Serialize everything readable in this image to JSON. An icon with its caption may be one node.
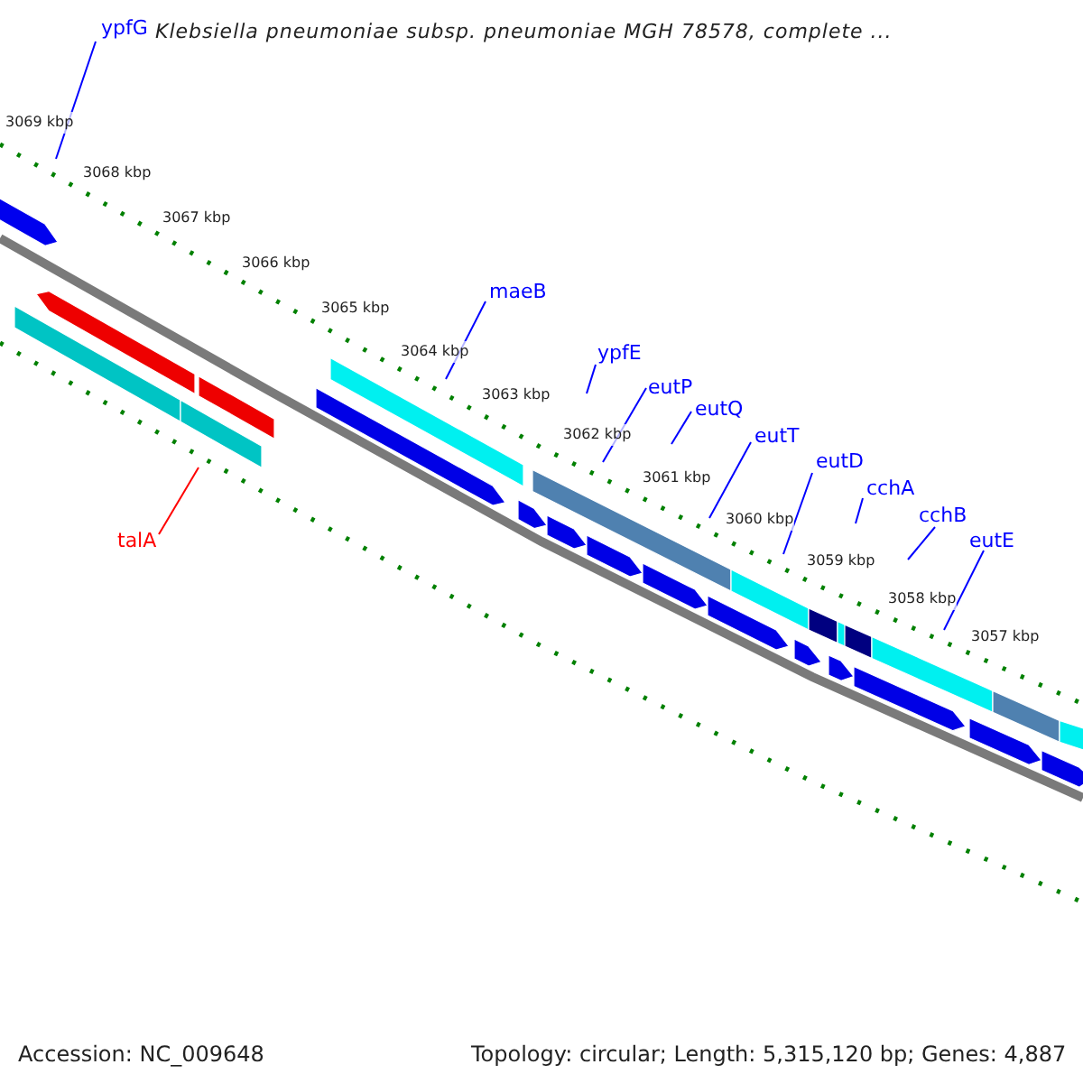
{
  "diagram": {
    "title": "Klebsiella pneumoniae subsp. pneumoniae MGH 78578, complete ...",
    "nodes": [
      {
        "text": [
          "ypfG"
        ]
      },
      {
        "text": [
          "maeB"
        ]
      },
      {
        "text": [
          "ypfE"
        ]
      },
      {
        "text": [
          "eutP"
        ]
      },
      {
        "text": [
          "eutQ"
        ]
      },
      {
        "text": [
          "eutT"
        ]
      },
      {
        "text": [
          "eutD"
        ]
      },
      {
        "text": [
          "cchA"
        ]
      },
      {
        "text": [
          "cchB"
        ]
      },
      {
        "text": [
          "eutE"
        ]
      },
      {
        "text": [
          "talA"
        ]
      }
    ],
    "edges": [
      {
        "from": 0,
        "to": null,
        "arrow": "none"
      },
      {
        "from": 1,
        "to": null,
        "arrow": "none"
      },
      {
        "from": 2,
        "to": null,
        "arrow": "none"
      },
      {
        "from": 3,
        "to": null,
        "arrow": "none"
      },
      {
        "from": 4,
        "to": null,
        "arrow": "none"
      },
      {
        "from": 5,
        "to": null,
        "arrow": "none"
      },
      {
        "from": 6,
        "to": null,
        "arrow": "none"
      },
      {
        "from": 7,
        "to": null,
        "arrow": "none"
      },
      {
        "from": 8,
        "to": null,
        "arrow": "none"
      },
      {
        "from": 9,
        "to": null,
        "arrow": "none"
      },
      {
        "from": 10,
        "to": null,
        "arrow": "none",
        "color": "#ff0000"
      }
    ],
    "labels": [
      "3069 kbp",
      "3068 kbp",
      "3067 kbp",
      "3066 kbp",
      "3065 kbp",
      "3064 kbp",
      "3063 kbp",
      "3062 kbp",
      "3061 kbp",
      "3060 kbp",
      "3059 kbp",
      "3058 kbp",
      "3057 kbp",
      "Accession: NC_009648",
      "Topology: circular; Length: 5,315,120 bp; Genes: 4,887"
    ]
  }
}
